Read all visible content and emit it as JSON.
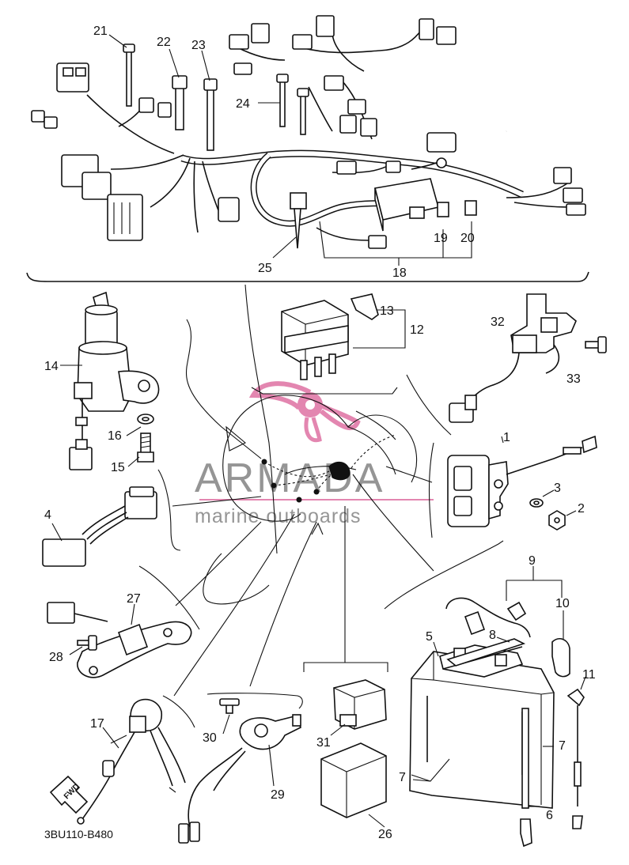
{
  "diagram": {
    "drawing_code": "3BU110-B480",
    "direction_label": "FWD",
    "watermark": {
      "brand": "ARMADA",
      "tagline": "marine outboards",
      "color": "#8a8a8a",
      "logo_color": "#e07aa8",
      "underline_color": "#e07aa8"
    },
    "callouts": {
      "n1": "1",
      "n2": "2",
      "n3": "3",
      "n4": "4",
      "n5": "5",
      "n6": "6",
      "n7a": "7",
      "n7b": "7",
      "n8": "8",
      "n9": "9",
      "n10": "10",
      "n11": "11",
      "n12": "12",
      "n13": "13",
      "n14": "14",
      "n15": "15",
      "n16": "16",
      "n17": "17",
      "n18": "18",
      "n19": "19",
      "n20": "20",
      "n21": "21",
      "n22": "22",
      "n23": "23",
      "n24": "24",
      "n25": "25",
      "n26": "26",
      "n27": "27",
      "n28": "28",
      "n29": "29",
      "n30": "30",
      "n31": "31",
      "n32": "32",
      "n33": "33"
    }
  }
}
